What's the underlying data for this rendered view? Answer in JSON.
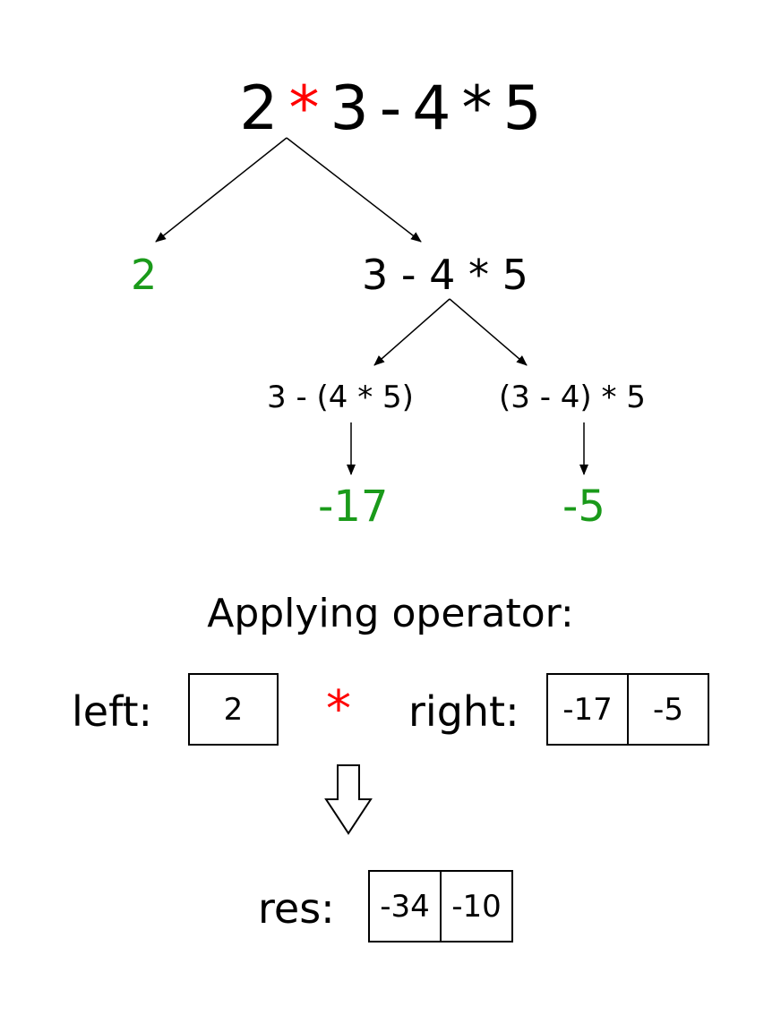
{
  "expression": {
    "operand1": "2",
    "operator1": "*",
    "rest": [
      "3",
      "-",
      "4",
      "*",
      "5"
    ]
  },
  "level1": {
    "left_value": "2",
    "right_expr": "3 - 4 * 5"
  },
  "level2": {
    "left_expr": "3 - (4 * 5)",
    "right_expr": "(3 - 4) * 5"
  },
  "level3": {
    "left_result": "-17",
    "right_result": "-5"
  },
  "apply": {
    "heading": "Applying operator:",
    "left_label": "left:",
    "left_values": [
      "2"
    ],
    "operator": "*",
    "right_label": "right:",
    "right_values": [
      "-17",
      "-5"
    ],
    "res_label": "res:",
    "res_values": [
      "-34",
      "-10"
    ]
  },
  "colors": {
    "operator": "#ff0000",
    "result": "#1a9a1a",
    "text": "#000000"
  }
}
